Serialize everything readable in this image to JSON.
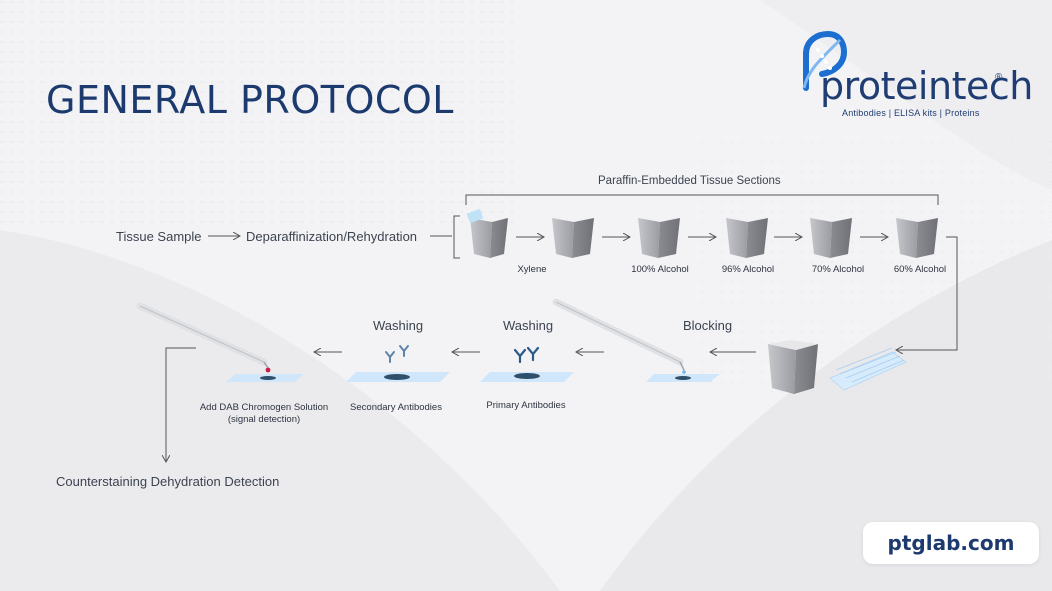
{
  "title": "GENERAL PROTOCOL",
  "logo": {
    "name": "proteintech",
    "registered": "®",
    "tagline": "Antibodies  |  ELISA kits  |  Proteins"
  },
  "flow": {
    "tissue_sample": "Tissue Sample",
    "deparaffinization": "Deparaffinization/Rehydration",
    "bracket_title": "Paraffin-Embedded Tissue Sections",
    "containers": [
      "Xylene",
      "100% Alcohol",
      "96% Alcohol",
      "70% Alcohol",
      "60% Alcohol"
    ]
  },
  "steps": {
    "blocking": "Blocking",
    "washing_1": "Washing",
    "washing_2": "Washing",
    "primary": "Primary Antibodies",
    "secondary": "Secondary Antibodies",
    "dab_line1": "Add DAB Chromogen Solution",
    "dab_line2": "(signal detection)",
    "counterstain": "Counterstaining Dehydration Detection"
  },
  "url": "ptglab.com",
  "colors": {
    "title": "#1c3a6e",
    "text": "#3c4350",
    "slide": "#cfe6fb",
    "tissue": "#2f4f6a",
    "dab_drop": "#c81e4b",
    "antibody": "#2a5b8a"
  }
}
